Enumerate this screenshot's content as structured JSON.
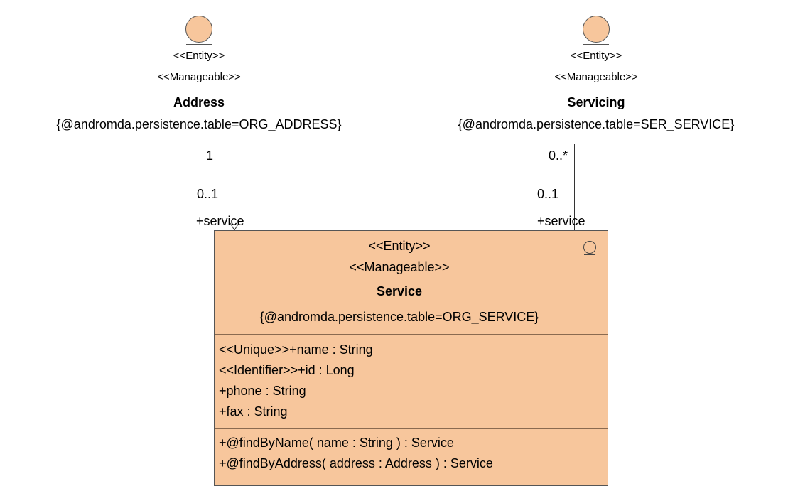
{
  "address": {
    "stereotype_entity": "<<Entity>>",
    "stereotype_manageable": "<<Manageable>>",
    "name": "Address",
    "tagged_value": "{@andromda.persistence.table=ORG_ADDRESS}"
  },
  "servicing": {
    "stereotype_entity": "<<Entity>>",
    "stereotype_manageable": "<<Manageable>>",
    "name": "Servicing",
    "tagged_value": "{@andromda.persistence.table=SER_SERVICE}"
  },
  "association_address": {
    "source_multiplicity": "1",
    "target_multiplicity": "0..1",
    "target_role": "+service"
  },
  "association_servicing": {
    "source_multiplicity": "0..*",
    "target_multiplicity": "0..1",
    "target_role": "+service"
  },
  "service": {
    "stereotype_entity": "<<Entity>>",
    "stereotype_manageable": "<<Manageable>>",
    "name": "Service",
    "tagged_value": "{@andromda.persistence.table=ORG_SERVICE}",
    "attributes": [
      "<<Unique>>+name : String",
      "<<Identifier>>+id : Long",
      "+phone : String",
      "+fax : String"
    ],
    "operations": [
      "+@findByName( name : String ) : Service",
      "+@findByAddress( address : Address ) : Service"
    ]
  },
  "colors": {
    "entity_fill": "#f7c69c",
    "outline": "#555555"
  },
  "icons": [
    "entity-icon"
  ]
}
